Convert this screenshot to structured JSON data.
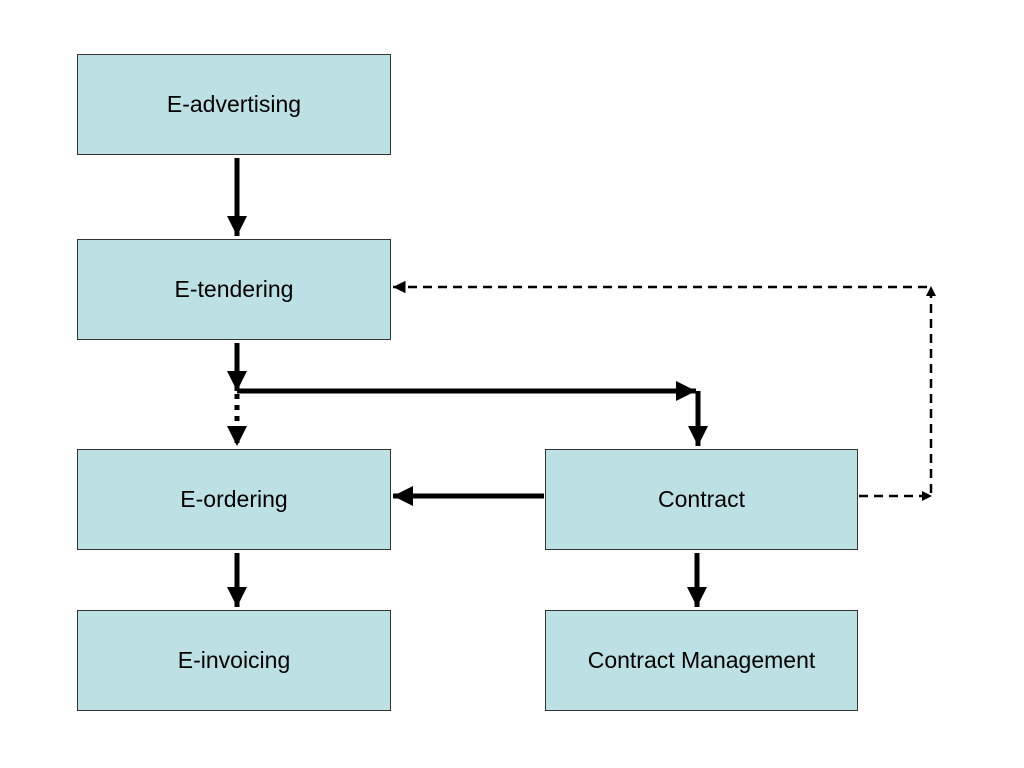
{
  "colors": {
    "node_fill": "#bde0e4",
    "node_border": "#333333",
    "arrow": "#000000"
  },
  "nodes": {
    "advertising": {
      "label": "E-advertising"
    },
    "tendering": {
      "label": "E-tendering"
    },
    "ordering": {
      "label": "E-ordering"
    },
    "invoicing": {
      "label": "E-invoicing"
    },
    "contract": {
      "label": "Contract"
    },
    "contract_management": {
      "label": "Contract Management"
    }
  },
  "edges": [
    {
      "from": "advertising",
      "to": "tendering",
      "style": "solid"
    },
    {
      "from": "tendering",
      "to": "contract",
      "style": "solid"
    },
    {
      "from": "tendering",
      "to": "ordering",
      "style": "dotted"
    },
    {
      "from": "contract",
      "to": "ordering",
      "style": "solid"
    },
    {
      "from": "ordering",
      "to": "invoicing",
      "style": "solid"
    },
    {
      "from": "contract",
      "to": "contract_management",
      "style": "solid"
    },
    {
      "from": "contract",
      "to": "tendering",
      "style": "dashed"
    }
  ]
}
